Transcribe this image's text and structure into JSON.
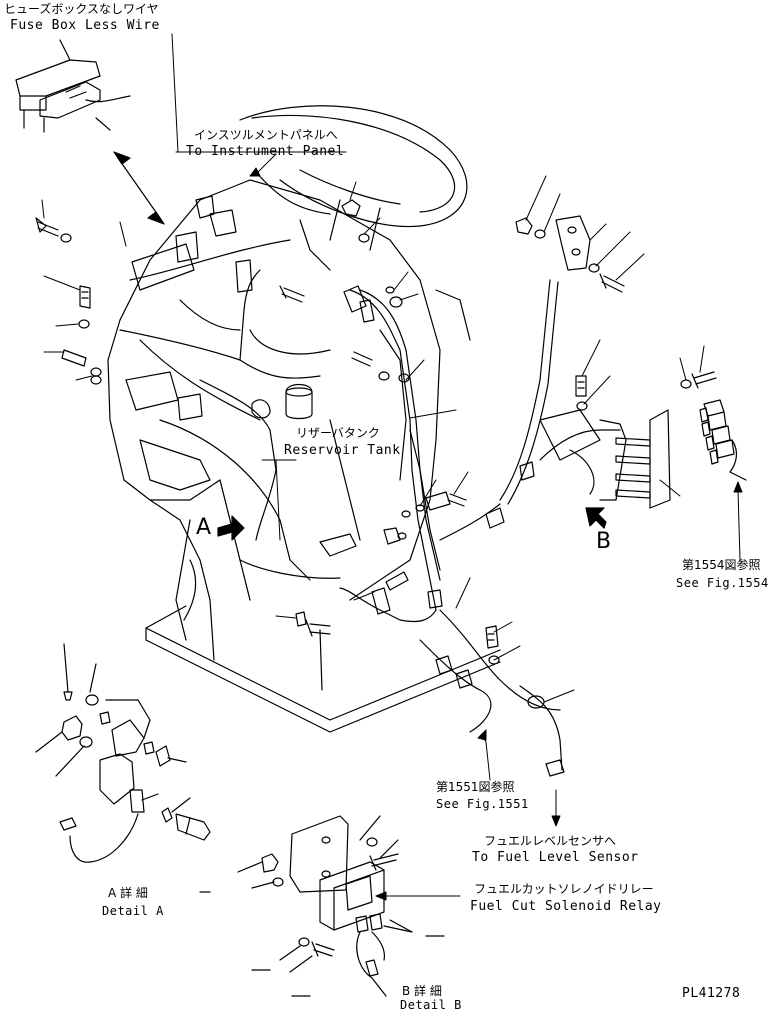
{
  "labels": {
    "fuse_box_jp": "ヒューズボックスなしワイヤ",
    "fuse_box_en": "Fuse Box Less Wire",
    "instrument_jp": "インスツルメントパネルへ",
    "instrument_en": "To Instrument Panel",
    "reservoir_jp": "リザーバタンク",
    "reservoir_en": "Reservoir Tank",
    "fig1554_jp": "第1554図参照",
    "fig1554_en": "See Fig.1554",
    "fig1551_jp": "第1551図参照",
    "fig1551_en": "See Fig.1551",
    "fuel_level_jp": "フュエルレベルセンサへ",
    "fuel_level_en": "To Fuel Level Sensor",
    "relay_jp": "フュエルカットソレノイドリレー",
    "relay_en": "Fuel Cut Solenoid Relay",
    "detail_a_jp": "A 詳 細",
    "detail_a_en": "Detail A",
    "detail_b_jp": "B 詳 細",
    "detail_b_en": "Detail B",
    "marker_a": "A",
    "marker_b": "B",
    "part_code": "PL41278"
  },
  "colors": {
    "ink": "#000000",
    "paper": "#ffffff"
  }
}
